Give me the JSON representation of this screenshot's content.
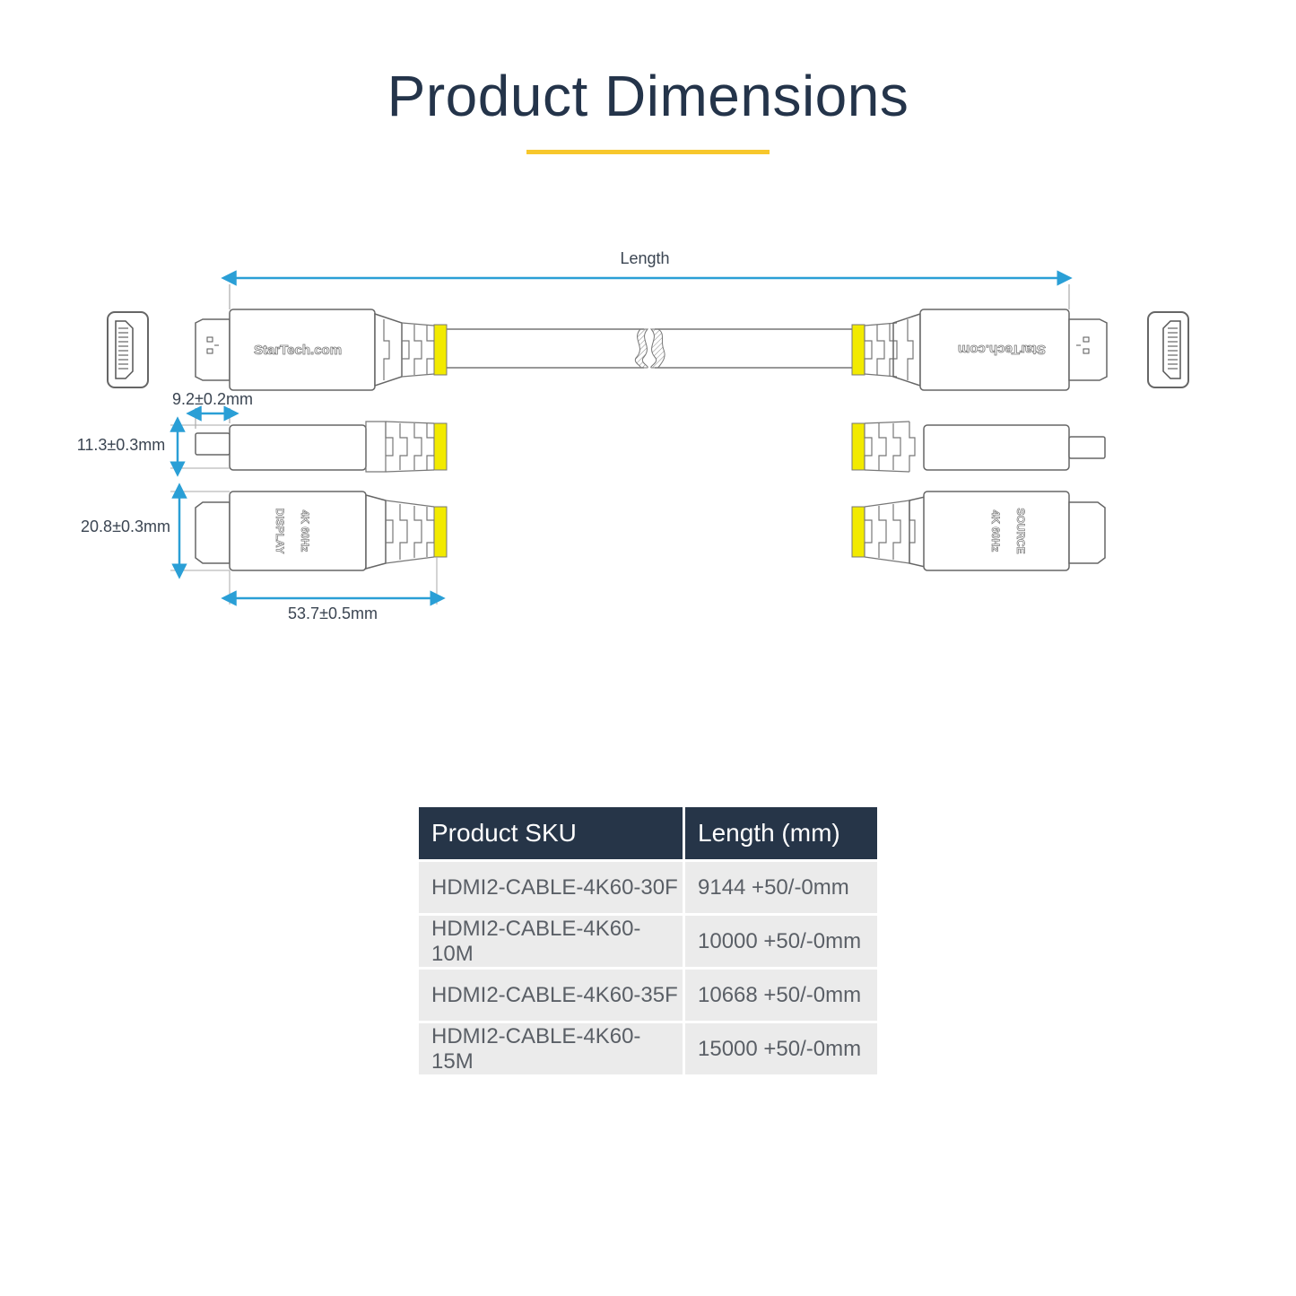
{
  "page": {
    "title": "Product Dimensions",
    "accent_color": "#f7c72c",
    "dimension_color": "#2a9fd6"
  },
  "diagram": {
    "length_label": "Length",
    "head_depth_label": "9.2±0.2mm",
    "thickness_label": "11.3±0.3mm",
    "width_label": "20.8±0.3mm",
    "body_length_label": "53.7±0.5mm",
    "brand_text": "StarTech.com",
    "display_label_line1": "DISPLAY",
    "display_label_line2": "4K 60Hz",
    "source_label_line1": "SOURCE",
    "source_label_line2": "4K 60Hz",
    "connector_icons": [
      "hdmi-port-icon-left",
      "hdmi-port-icon-right"
    ]
  },
  "table": {
    "headers": [
      "Product SKU",
      "Length (mm)"
    ],
    "rows": [
      [
        "HDMI2-CABLE-4K60-30F",
        "9144 +50/-0mm"
      ],
      [
        "HDMI2-CABLE-4K60-10M",
        "10000 +50/-0mm"
      ],
      [
        "HDMI2-CABLE-4K60-35F",
        "10668 +50/-0mm"
      ],
      [
        "HDMI2-CABLE-4K60-15M",
        "15000 +50/-0mm"
      ]
    ]
  }
}
